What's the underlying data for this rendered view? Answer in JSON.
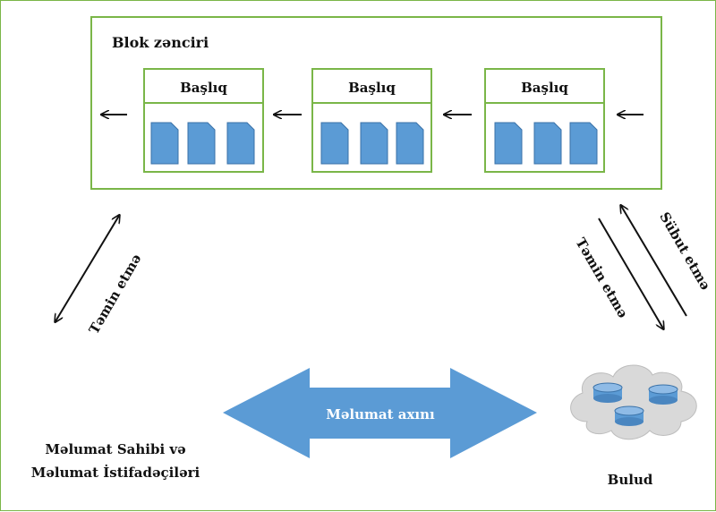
{
  "blockchain": {
    "title": "Blok zənciri",
    "blocks": [
      {
        "header": "Başlıq"
      },
      {
        "header": "Başlıq"
      },
      {
        "header": "Başlıq"
      }
    ]
  },
  "left_link": {
    "label": "Təmin etmə"
  },
  "right_link": {
    "label_provide": "Təmin etmə",
    "label_proof": "Sübut etmə"
  },
  "data_flow": {
    "label": "Məlumat axını"
  },
  "owner": {
    "line1": "Məlumat Sahibi və",
    "line2": "Məlumat İstifadəçiləri"
  },
  "cloud": {
    "label": "Bulud"
  },
  "colors": {
    "frame_green": "#7ab648",
    "doc_blue": "#5b9bd5",
    "doc_stroke": "#3a72a8",
    "arrow_blue": "#5b9bd5",
    "cloud_gray": "#d9d9d9",
    "text": "#111111"
  }
}
